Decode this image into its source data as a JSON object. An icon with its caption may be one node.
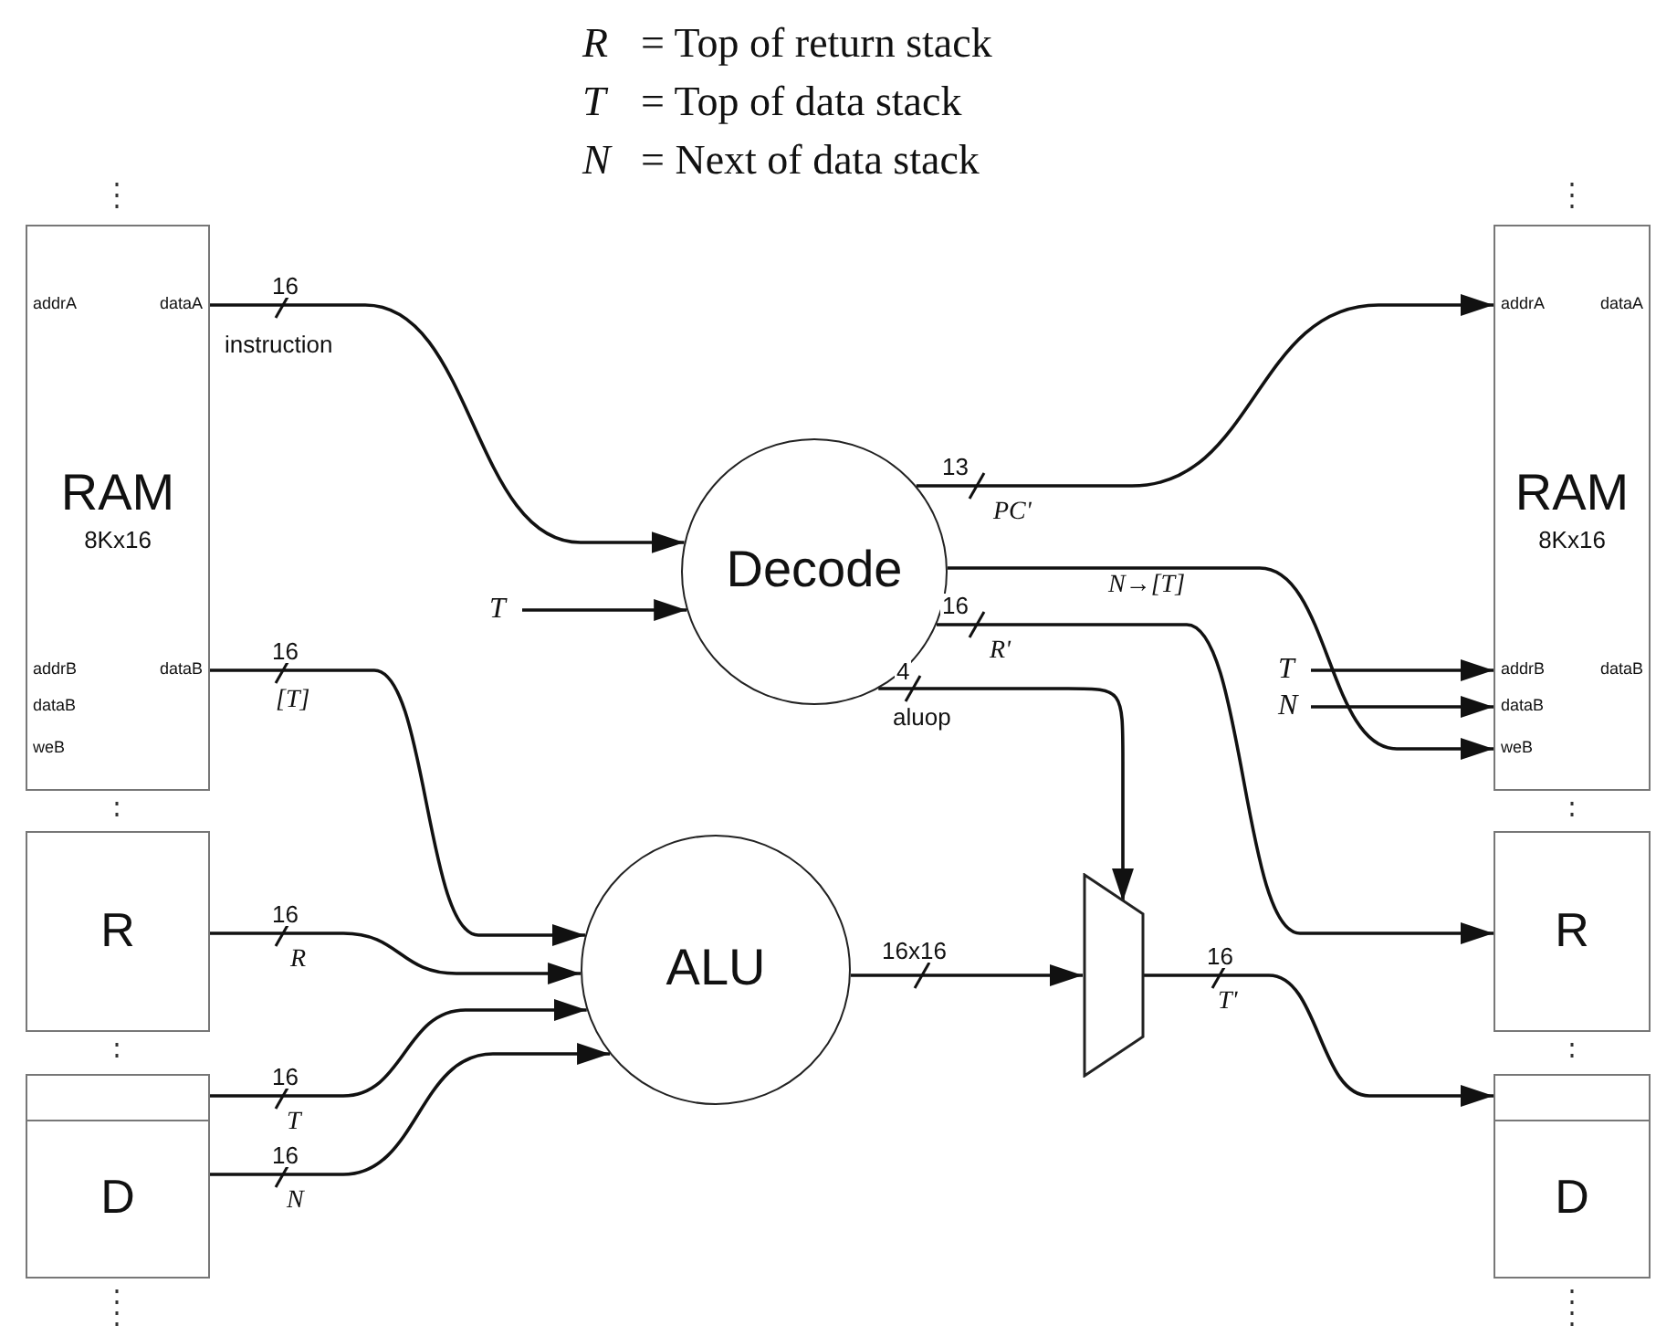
{
  "diagram": {
    "nodes": [
      {
        "text": [
          "addrA",
          "dataA",
          "RAM",
          "8Kx16",
          "addrB",
          "dataB",
          "dataB",
          "weB"
        ]
      },
      {
        "text": [
          "R"
        ]
      },
      {
        "text": [
          "D"
        ]
      },
      {
        "text": [
          "Decode"
        ]
      },
      {
        "text": [
          "ALU"
        ]
      },
      {
        "text": [],
        "shape": "trapezoid"
      },
      {
        "text": [
          "addrA",
          "dataA",
          "RAM",
          "8Kx16",
          "addrB",
          "dataB",
          "dataB",
          "weB"
        ]
      },
      {
        "text": [
          "R"
        ]
      },
      {
        "text": [
          "D"
        ]
      },
      {
        "text": [
          "T"
        ]
      },
      {
        "text": [
          "T"
        ]
      },
      {
        "text": [
          "N"
        ]
      }
    ],
    "edges": [
      {
        "from": 0,
        "to": 3,
        "arrow": "to",
        "label": "16"
      },
      {
        "from": 9,
        "to": 3,
        "arrow": "to"
      },
      {
        "from": 0,
        "to": 4,
        "arrow": "to",
        "label": "16"
      },
      {
        "from": 1,
        "to": 4,
        "arrow": "to",
        "label": "16"
      },
      {
        "from": 2,
        "to": 4,
        "arrow": "to",
        "label": "16"
      },
      {
        "from": 2,
        "to": 4,
        "arrow": "to",
        "label": "16"
      },
      {
        "from": 3,
        "to": 6,
        "arrow": "to",
        "label": "13"
      },
      {
        "from": 3,
        "to": 6,
        "arrow": "to",
        "label": "N→[T]"
      },
      {
        "from": 3,
        "to": 7,
        "arrow": "to",
        "label": "16"
      },
      {
        "from": 3,
        "to": 5,
        "arrow": "to",
        "label": "4"
      },
      {
        "from": 4,
        "to": 5,
        "arrow": "to",
        "label": "16x16"
      },
      {
        "from": 5,
        "to": 8,
        "arrow": "to",
        "label": "16"
      },
      {
        "from": 10,
        "to": 6,
        "arrow": "to"
      },
      {
        "from": 11,
        "to": 6,
        "arrow": "to"
      }
    ],
    "labels": [
      "R",
      "= Top of return stack",
      "T",
      "= Top of data stack",
      "N",
      "= Next of data stack",
      "instruction",
      "PC'",
      "[T]",
      "R'",
      "aluop",
      "R",
      "T",
      "N",
      "T'"
    ]
  }
}
